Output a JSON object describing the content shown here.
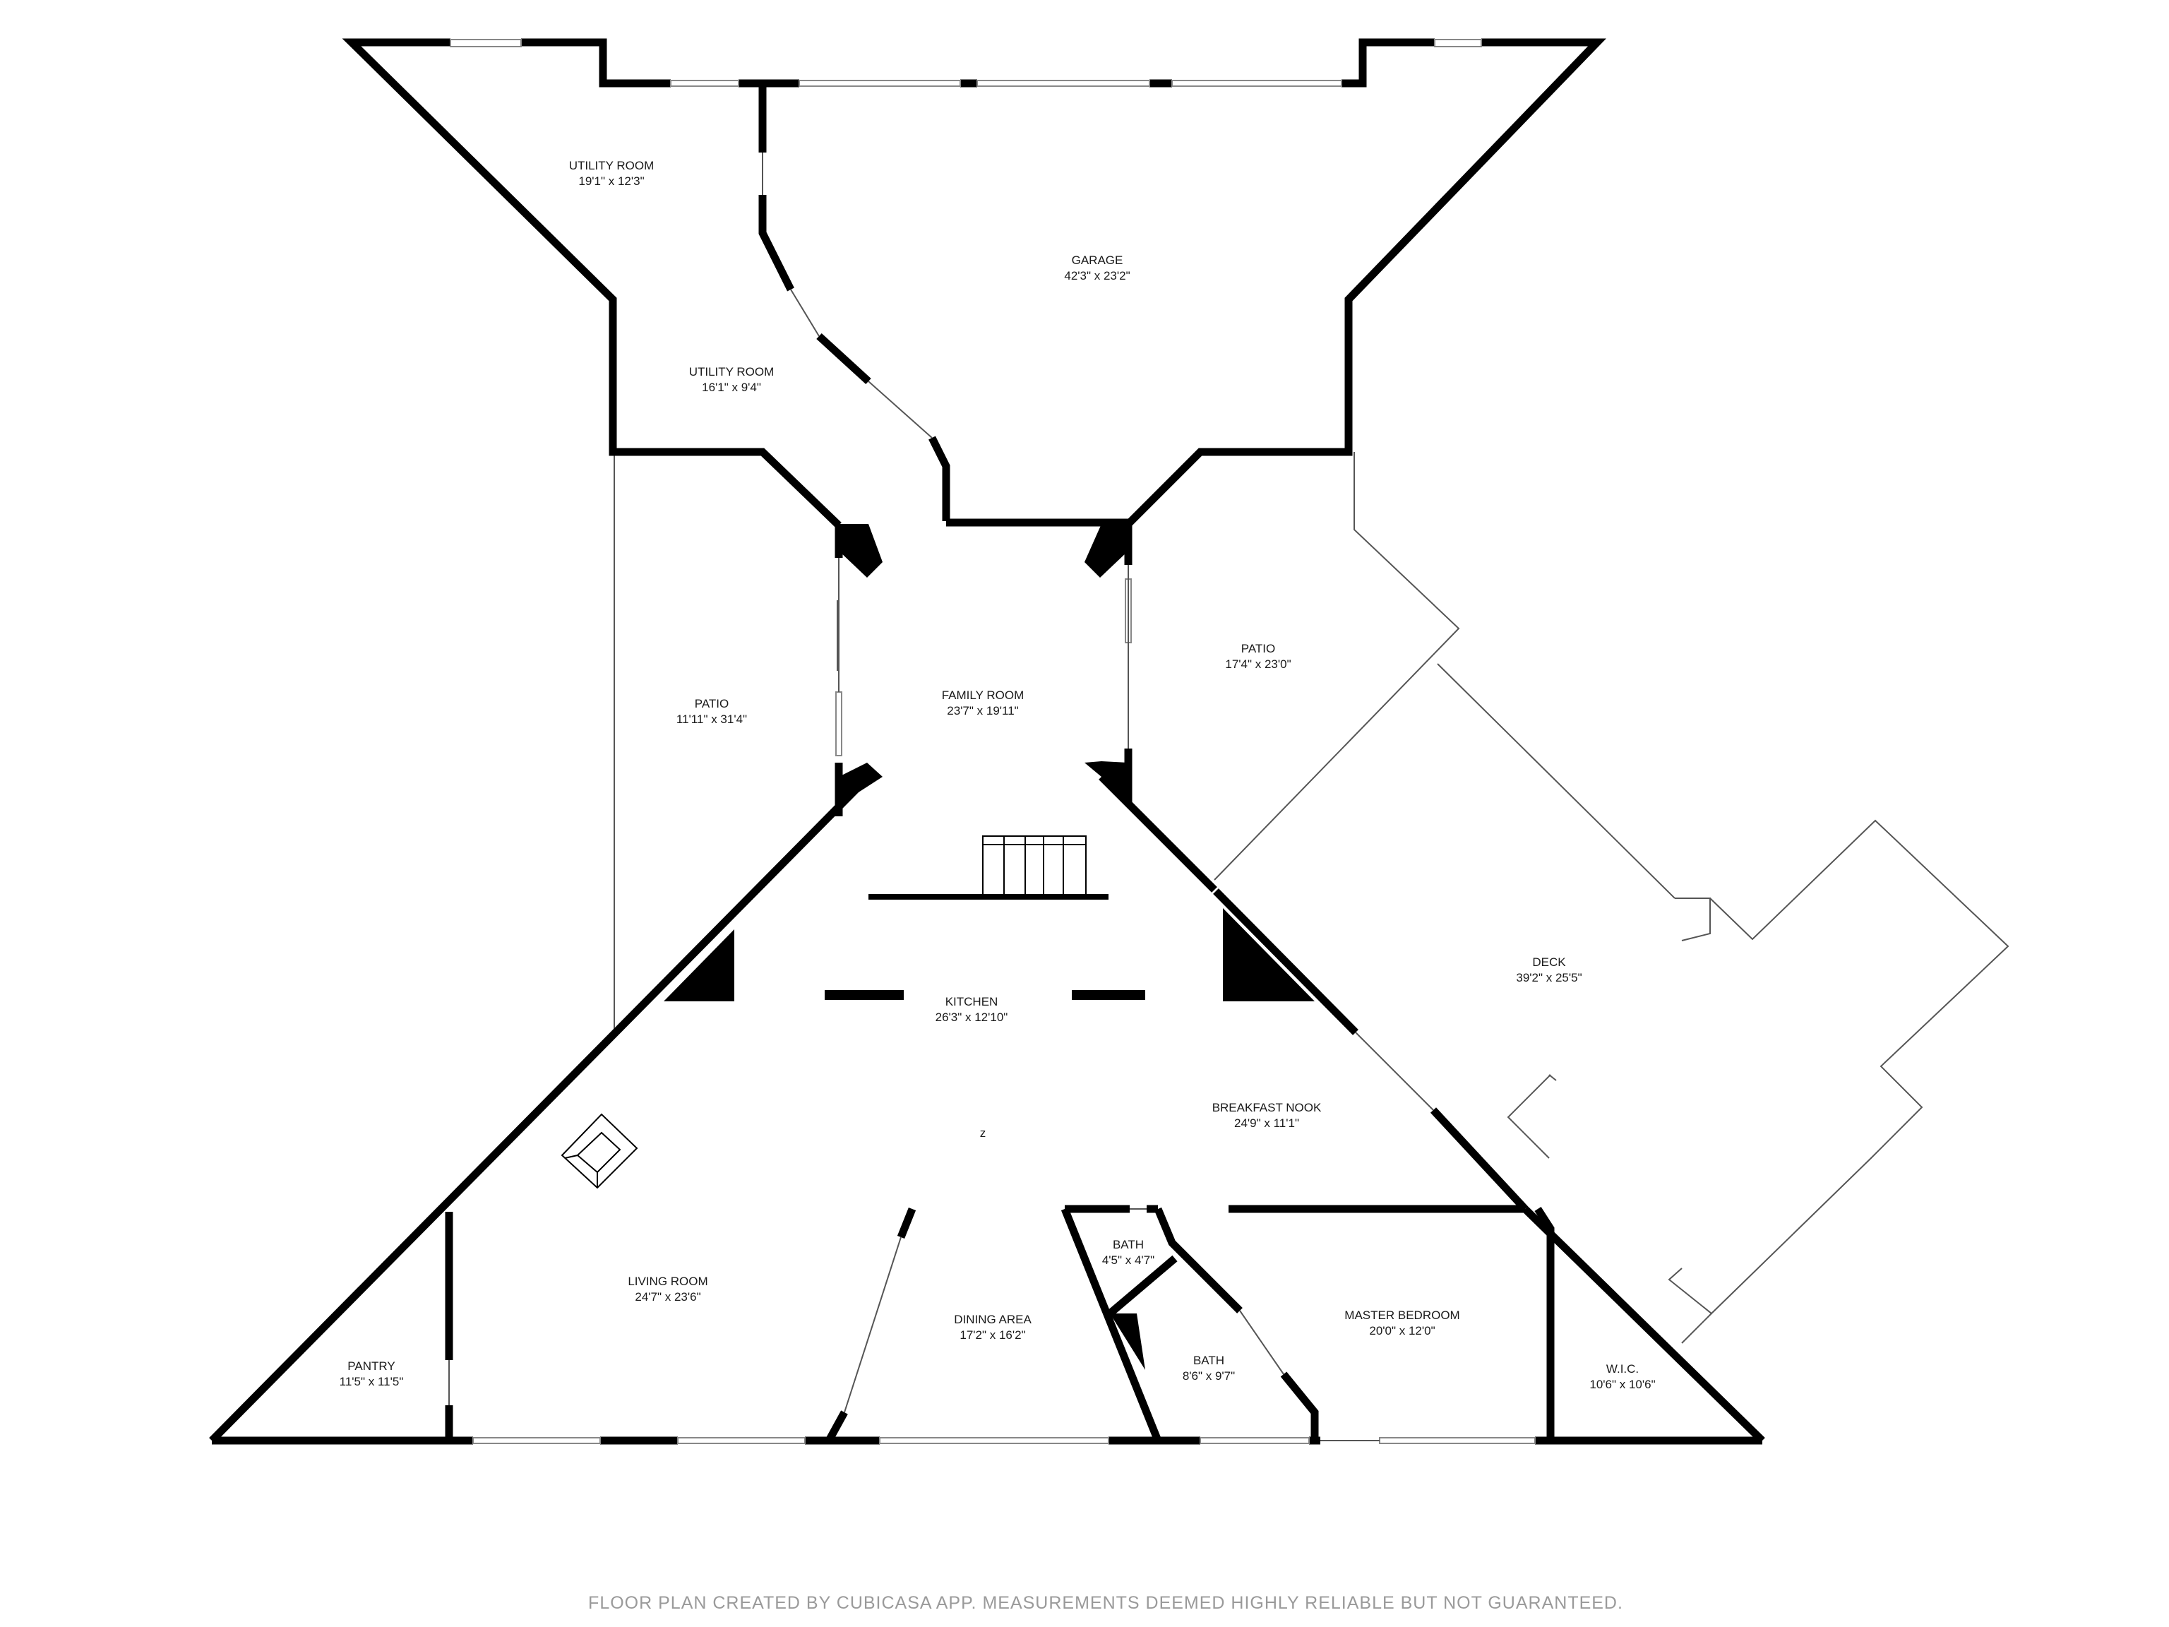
{
  "rooms": {
    "utility_room_1": {
      "name": "UTILITY ROOM",
      "dims": "19'1\" x 12'3\""
    },
    "utility_room_2": {
      "name": "UTILITY ROOM",
      "dims": "16'1\" x 9'4\""
    },
    "garage": {
      "name": "GARAGE",
      "dims": "42'3\" x 23'2\""
    },
    "patio_left": {
      "name": "PATIO",
      "dims": "11'11\" x 31'4\""
    },
    "family_room": {
      "name": "FAMILY ROOM",
      "dims": "23'7\" x 19'11\""
    },
    "patio_right": {
      "name": "PATIO",
      "dims": "17'4\" x 23'0\""
    },
    "deck": {
      "name": "DECK",
      "dims": "39'2\" x 25'5\""
    },
    "kitchen": {
      "name": "KITCHEN",
      "dims": "26'3\" x 12'10\""
    },
    "breakfast_nook": {
      "name": "BREAKFAST NOOK",
      "dims": "24'9\" x 11'1\""
    },
    "living_room": {
      "name": "LIVING ROOM",
      "dims": "24'7\" x 23'6\""
    },
    "dining_area": {
      "name": "DINING AREA",
      "dims": "17'2\" x 16'2\""
    },
    "bath_small": {
      "name": "BATH",
      "dims": "4'5\" x 4'7\""
    },
    "bath": {
      "name": "BATH",
      "dims": "8'6\" x 9'7\""
    },
    "master_bedroom": {
      "name": "MASTER BEDROOM",
      "dims": "20'0\" x 12'0\""
    },
    "pantry": {
      "name": "PANTRY",
      "dims": "11'5\" x 11'5\""
    },
    "wic": {
      "name": "W.I.C.",
      "dims": "10'6\" x 10'6\""
    }
  },
  "marker": "z",
  "footer": "FLOOR PLAN CREATED BY CUBICASA APP. MEASUREMENTS DEEMED HIGHLY RELIABLE BUT NOT GUARANTEED.",
  "colors": {
    "wall": "#000000",
    "thin_line": "#555555",
    "window": "#888888",
    "footer": "#9a9a9a"
  }
}
